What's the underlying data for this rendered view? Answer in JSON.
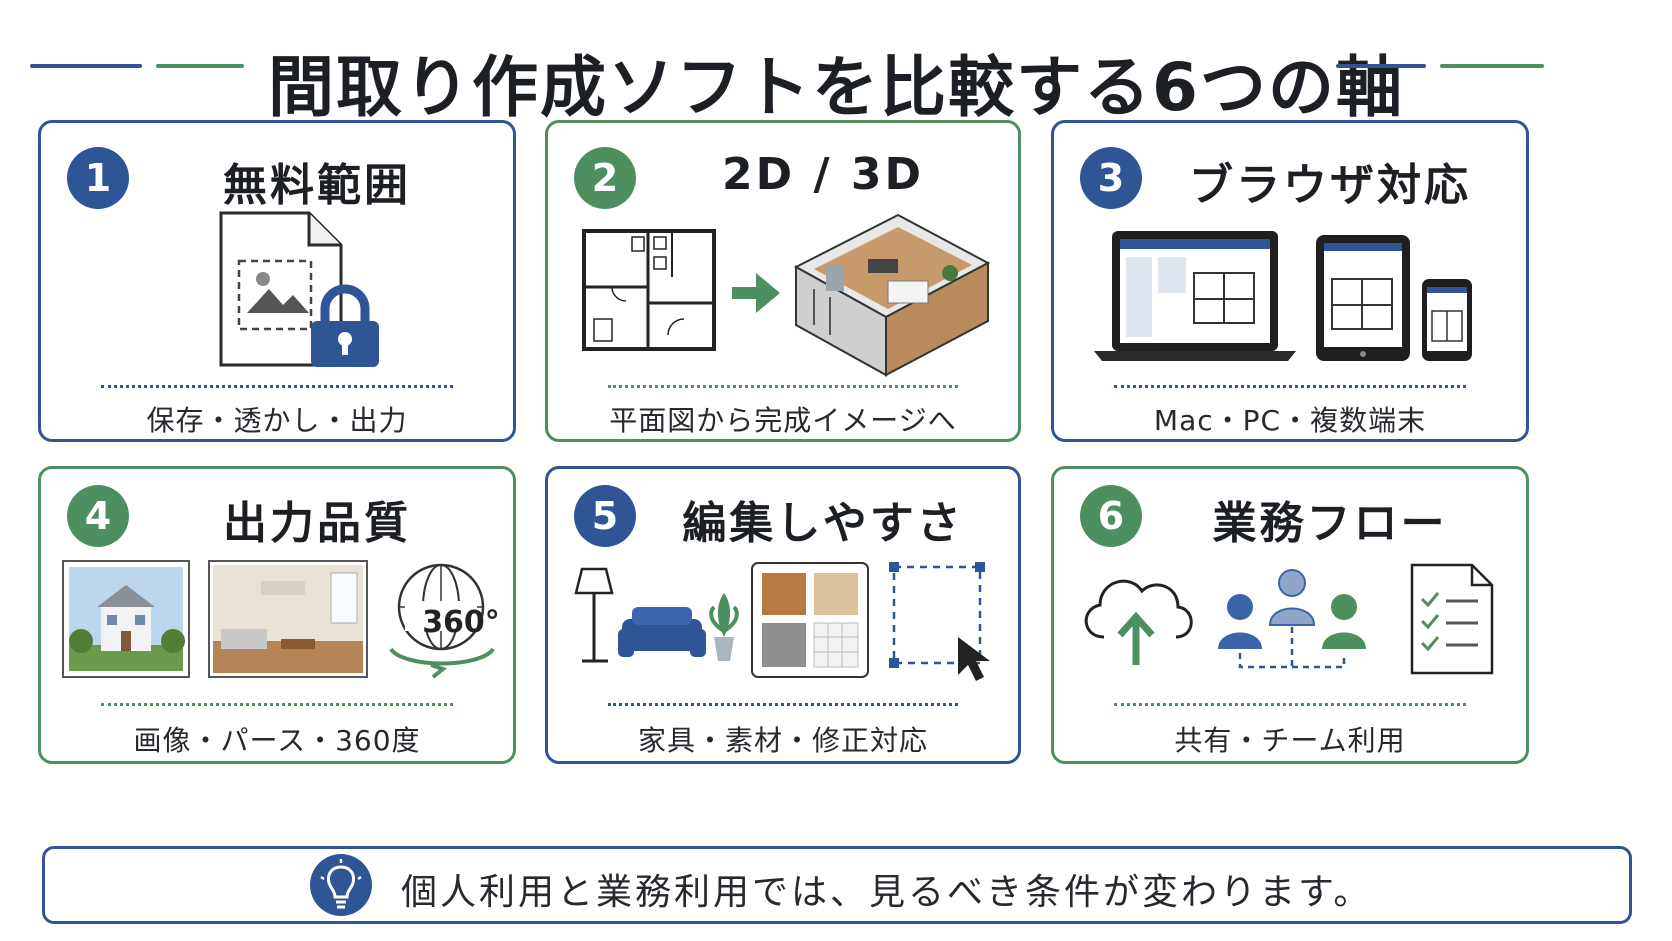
{
  "title": "間取り作成ソフトを比較する6つの軸",
  "colors": {
    "blue": "#2f5597",
    "green": "#4e8f5f"
  },
  "cards": [
    {
      "number": "1",
      "title": "無料範囲",
      "subtitle": "保存・透かし・出力",
      "icon": "locked-image-file-icon"
    },
    {
      "number": "2",
      "title": "2D / 3D",
      "subtitle": "平面図から完成イメージへ",
      "icon": "floorplan-to-3d-room-icon"
    },
    {
      "number": "3",
      "title": "ブラウザ対応",
      "subtitle": "Mac・PC・複数端末",
      "icon": "multi-device-icon"
    },
    {
      "number": "4",
      "title": "出力品質",
      "subtitle": "画像・パース・360度",
      "icon": "render-output-icon",
      "badge360": "360°"
    },
    {
      "number": "5",
      "title": "編集しやすさ",
      "subtitle": "家具・素材・修正対応",
      "icon": "editing-tools-icon"
    },
    {
      "number": "6",
      "title": "業務フロー",
      "subtitle": "共有・チーム利用",
      "icon": "team-workflow-icon"
    }
  ],
  "footer": {
    "text": "個人利用と業務利用では、見るべき条件が変わります。",
    "icon": "lightbulb-icon"
  }
}
